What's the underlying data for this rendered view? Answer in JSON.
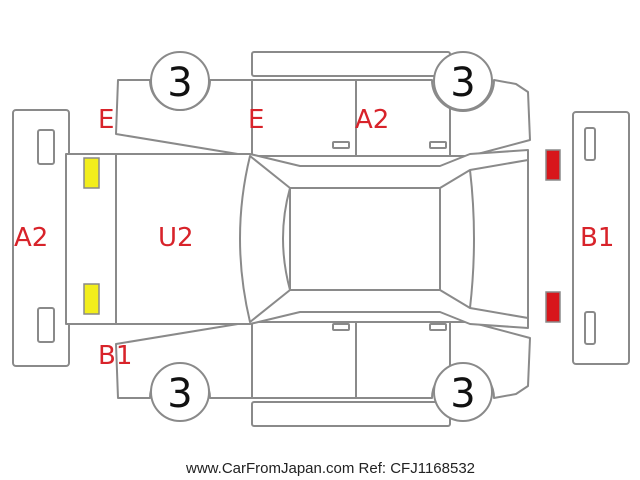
{
  "colors": {
    "outline": "#8a8a8a",
    "damage_label": "#d8232a",
    "front_lamp": "#f2ee1c",
    "rear_lamp": "#d8161b",
    "wheel_number": "#111111"
  },
  "wheels": {
    "front_left": "3",
    "rear_left": "3",
    "front_right": "3",
    "rear_right": "3"
  },
  "damage_labels": {
    "front_bumper": "A2",
    "hood": "U2",
    "front_left_corner": "E",
    "front_left_door": "E",
    "rear_left_door": "A2",
    "front_right_corner": "B1",
    "rear_bumper": "B1"
  },
  "watermark": "www.CarFromJapan.com Ref: CFJ1168532"
}
